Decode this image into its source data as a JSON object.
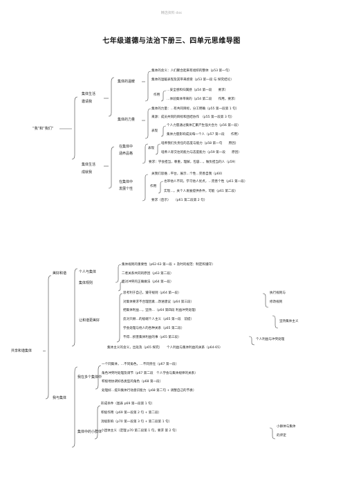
{
  "header": "精选资料 doc",
  "title": "七年级道德与法治下册三、四单元思维导图",
  "unit3": {
    "root": "“我”和“我们”",
    "a": "集体生活\n邀请我",
    "b": "集体生活\n成就我",
    "a1": "集体的温暖",
    "a2": "集体的力量",
    "a1_def": "集体的含义：人们聚合起来有组织的整体（p53 第一句）",
    "a1_beh": "集体的温暖表现及其带来感受（p53 第一段 与 探究结论）",
    "a1_role_label": "作用",
    "a1_role1": "…安全感和归属感（p54 第一段　　要求）",
    "a1_role2": "…体验集体带来的（p54 第二段　　作用，要求）",
    "a2_src": "集体的力量：…有共同目标，分工明确（p55 第一段第 1 句）",
    "a2_from": "来源：成员共同的目标和团结协作　（p55 第一段第 3 句）",
    "a2_exp1": "个人力量通过集体汇聚产生强大合力（p56 第一段）",
    "a2_exp_label": "表现",
    "a2_exp2": "集体力量影响成员每一个人（p57 第一段　　作用）",
    "b1": "在集体中\n涵养品格",
    "b2": "在集体中\n发展个性",
    "b1_t_label": "表现",
    "b1_t1": "培养我们负责任的态度与能力（p58 第一句　　原因）",
    "b1_t2": "培养人际交往的能力与态度能力（p59 第一段　　原因）",
    "b1_req": "要求：学会担当，尊重，理解，包容…，做负担当的人（p59）",
    "b2_fr": "关我们思维…平台，展示…个性…完善自我（p60）",
    "b2_role_label": "作用",
    "b2_r2": "也带他人不同，学习他人优点，…完善个性（p61 第一段）",
    "b2_r3": "实现…，关个人发展提供条件，可能（p61 第二段）",
    "b2_req": "要求（启示）　　（p61 第二段第 2 句）"
  },
  "unit4": {
    "root": "共享和谐集体",
    "c": "美好和谐",
    "d": "我与集体",
    "c1": "个人与集体",
    "c2": "集体规则",
    "c3": "让和谐更美好",
    "c1_1": "集体规则的重要性（p62-63 第一段 + 及时的规范：制定和遵守）",
    "c1_2": "二者关系共同的原因（p63 第二段）",
    "c1_3": "面对冲突的正确做法（p64 第一段）",
    "c3_1": "思考利于自己，遵守规则（p64 第一段）",
    "c3_2": "对集体要求不合理因素…改进建议（p64 第三段）",
    "c3_3": "把集体利益…，坚持…（p64 第四段 利益冲突处理）",
    "c3_4": "反对只顾…的极端个人主义（p65 第一段　前提）",
    "c3_5": "学会处理与他人的各种关系（p65 第二段）",
    "c3_6": "不得…损害集体利益的事（p65 第三段）",
    "c3_side1": "执行规则与",
    "c3_side2": "修改规则",
    "c3_side3": "坚持集体主义",
    "c3_side4": "个人利益与冲突处理",
    "c_bottom": "集体主义的含义，出处及（p65 探究）　　个人利益与集体利益的关系（p64-65）",
    "d1": "我在多个集体中",
    "d2": "集体中的小群体",
    "d1_1": "一个同集体，…不同角色，…不同责任（p67 第一段）",
    "d1_2": "角色冲突时处理及调节（p67 第二段　个人学会与集体规律的关系）",
    "d1_3": "积极地协调好各类型的角色（p68 第一段）",
    "d1_4": "处理好…提升集体行动意识能力（p68 第二句 + 调整自己的节奏）",
    "d2_1": "形成条件（图表 p69 第一段第 1 句）",
    "d2_2": "积极作用（p69 第一段第 2 句 + 第二段）",
    "d2_3": "消极影响（p70 第一段第 3 句 + 第二段第 1 句）",
    "d2_4": "小团体主义（定理 p70 第二段第 1 句，要求 第 2 句）",
    "d2_side1": "小群体与集体",
    "d2_side2": "的评定"
  }
}
